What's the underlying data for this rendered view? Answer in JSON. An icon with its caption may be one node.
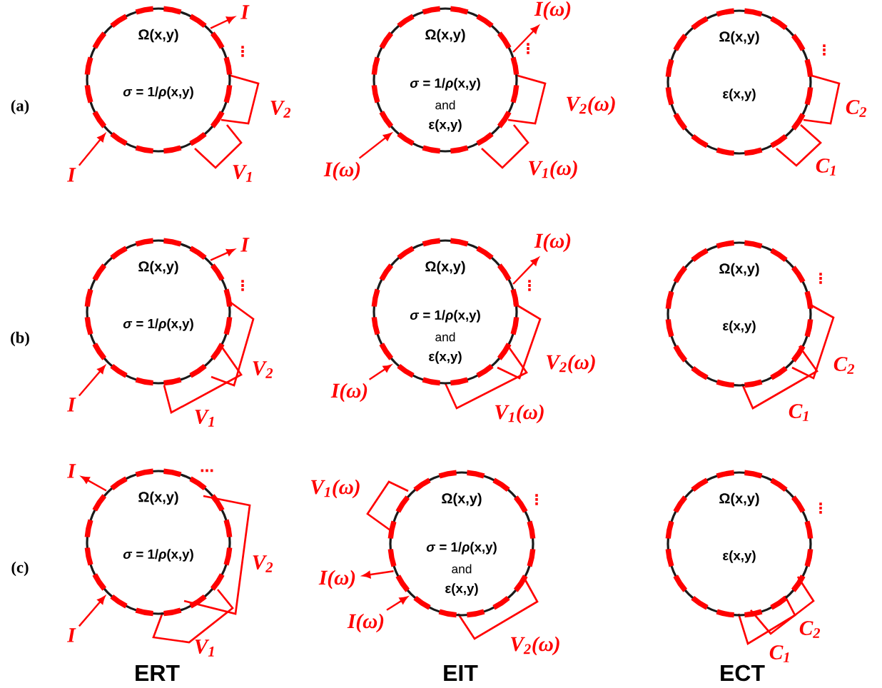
{
  "diagram": {
    "nodes": [
      {
        "text": [
          "Ω(x,y)",
          "*σ* = 1/*ρ*(x,y)"
        ]
      },
      {
        "text": [
          "I"
        ]
      },
      {
        "text": [
          "I"
        ]
      },
      {
        "text": [
          "Ω(x,y)",
          "*σ* = 1/*ρ*(x,y)",
          "and",
          "ε(x,y)"
        ]
      },
      {
        "text": [
          "I(ω)"
        ]
      },
      {
        "text": [
          "I(ω)"
        ]
      },
      {
        "text": [
          "Ω(x,y)",
          "ε(x,y)"
        ]
      },
      {
        "text": [
          "Ω(x,y)",
          "*σ* = 1/*ρ*(x,y)"
        ]
      },
      {
        "text": [
          "I"
        ]
      },
      {
        "text": [
          "I"
        ]
      },
      {
        "text": [
          "Ω(x,y)",
          "*σ* = 1/*ρ*(x,y)",
          "and",
          "ε(x,y)"
        ]
      },
      {
        "text": [
          "I(ω)"
        ]
      },
      {
        "text": [
          "I(ω)"
        ]
      },
      {
        "text": [
          "Ω(x,y)",
          "ε(x,y)"
        ]
      },
      {
        "text": [
          "Ω(x,y)",
          "*σ* = 1/*ρ*(x,y)"
        ]
      },
      {
        "text": [
          "I"
        ]
      },
      {
        "text": [
          "I"
        ]
      },
      {
        "text": [
          "Ω(x,y)",
          "*σ* = 1/*ρ*(x,y)",
          "and",
          "ε(x,y)"
        ]
      },
      {
        "text": [
          "I(ω)"
        ]
      },
      {
        "text": [
          "I(ω)"
        ]
      },
      {
        "text": [
          "Ω(x,y)",
          "ε(x,y)"
        ]
      }
    ],
    "edges": [
      {
        "from": 0,
        "to": 1,
        "arrow": "to"
      },
      {
        "from": 2,
        "to": 0,
        "arrow": "to"
      },
      {
        "from": 3,
        "to": 4,
        "arrow": "to"
      },
      {
        "from": 5,
        "to": 3,
        "arrow": "to"
      },
      {
        "from": 7,
        "to": 8,
        "arrow": "to"
      },
      {
        "from": 9,
        "to": 7,
        "arrow": "to"
      },
      {
        "from": 10,
        "to": 11,
        "arrow": "to"
      },
      {
        "from": 12,
        "to": 10,
        "arrow": "to"
      },
      {
        "from": 14,
        "to": 15,
        "arrow": "to"
      },
      {
        "from": 16,
        "to": 14,
        "arrow": "to"
      },
      {
        "from": 17,
        "to": 18,
        "arrow": "to"
      },
      {
        "from": 19,
        "to": 17,
        "arrow": "to"
      }
    ],
    "labels": [
      "(a)",
      "⋮",
      "V$_{2}$",
      "V$_{1}$",
      "⋮",
      "V$_{2}$(ω)",
      "V$_{1}$(ω)",
      "⋮",
      "C$_{2}$",
      "C$_{1}$",
      "(b)",
      "⋮",
      "V$_{2}$",
      "V$_{1}$",
      "⋮",
      "V$_{2}$(ω)",
      "V$_{1}$(ω)",
      "⋮",
      "C$_{2}$",
      "C$_{1}$",
      "(c)",
      "⋯",
      "V$_{2}$",
      "V$_{1}$",
      "V$_{1}$(ω)",
      "⋮",
      "V$_{2}$(ω)",
      "⋮",
      "C$_{2}$",
      "C$_{1}$",
      "ERT",
      "EIT",
      "ECT"
    ]
  }
}
